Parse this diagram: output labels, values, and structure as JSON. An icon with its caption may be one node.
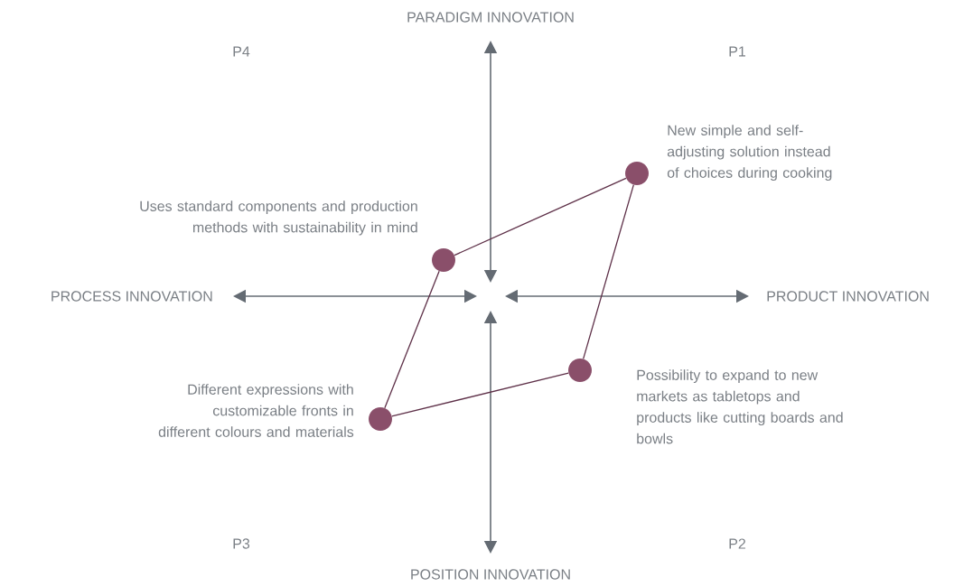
{
  "diagram": {
    "nodes": [
      {
        "text": [],
        "shape": "circle",
        "beside": [
          "New simple and self-adjusting solution instead of choices during cooking"
        ]
      },
      {
        "text": [],
        "shape": "circle",
        "beside": [
          "Uses standard components and production methods with sustainability in mind"
        ]
      },
      {
        "text": [],
        "shape": "circle",
        "beside": [
          "Possibility to expand to new markets as tabletops and products like cutting boards and bowls"
        ]
      },
      {
        "text": [],
        "shape": "circle",
        "beside": [
          "Different expressions with customizable fronts in different colours and materials"
        ]
      }
    ],
    "edges": [
      {
        "from": 1,
        "to": 0,
        "arrow": "none"
      },
      {
        "from": 0,
        "to": 2,
        "arrow": "none"
      },
      {
        "from": 2,
        "to": 3,
        "arrow": "none"
      },
      {
        "from": 3,
        "to": 1,
        "arrow": "none"
      }
    ],
    "labels": [
      "PARADIGM INNOVATION",
      "P4",
      "P1",
      "PROCESS INNOVATION",
      "PRODUCT INNOVATION",
      "P3",
      "P2",
      "POSITION INNOVATION"
    ]
  }
}
